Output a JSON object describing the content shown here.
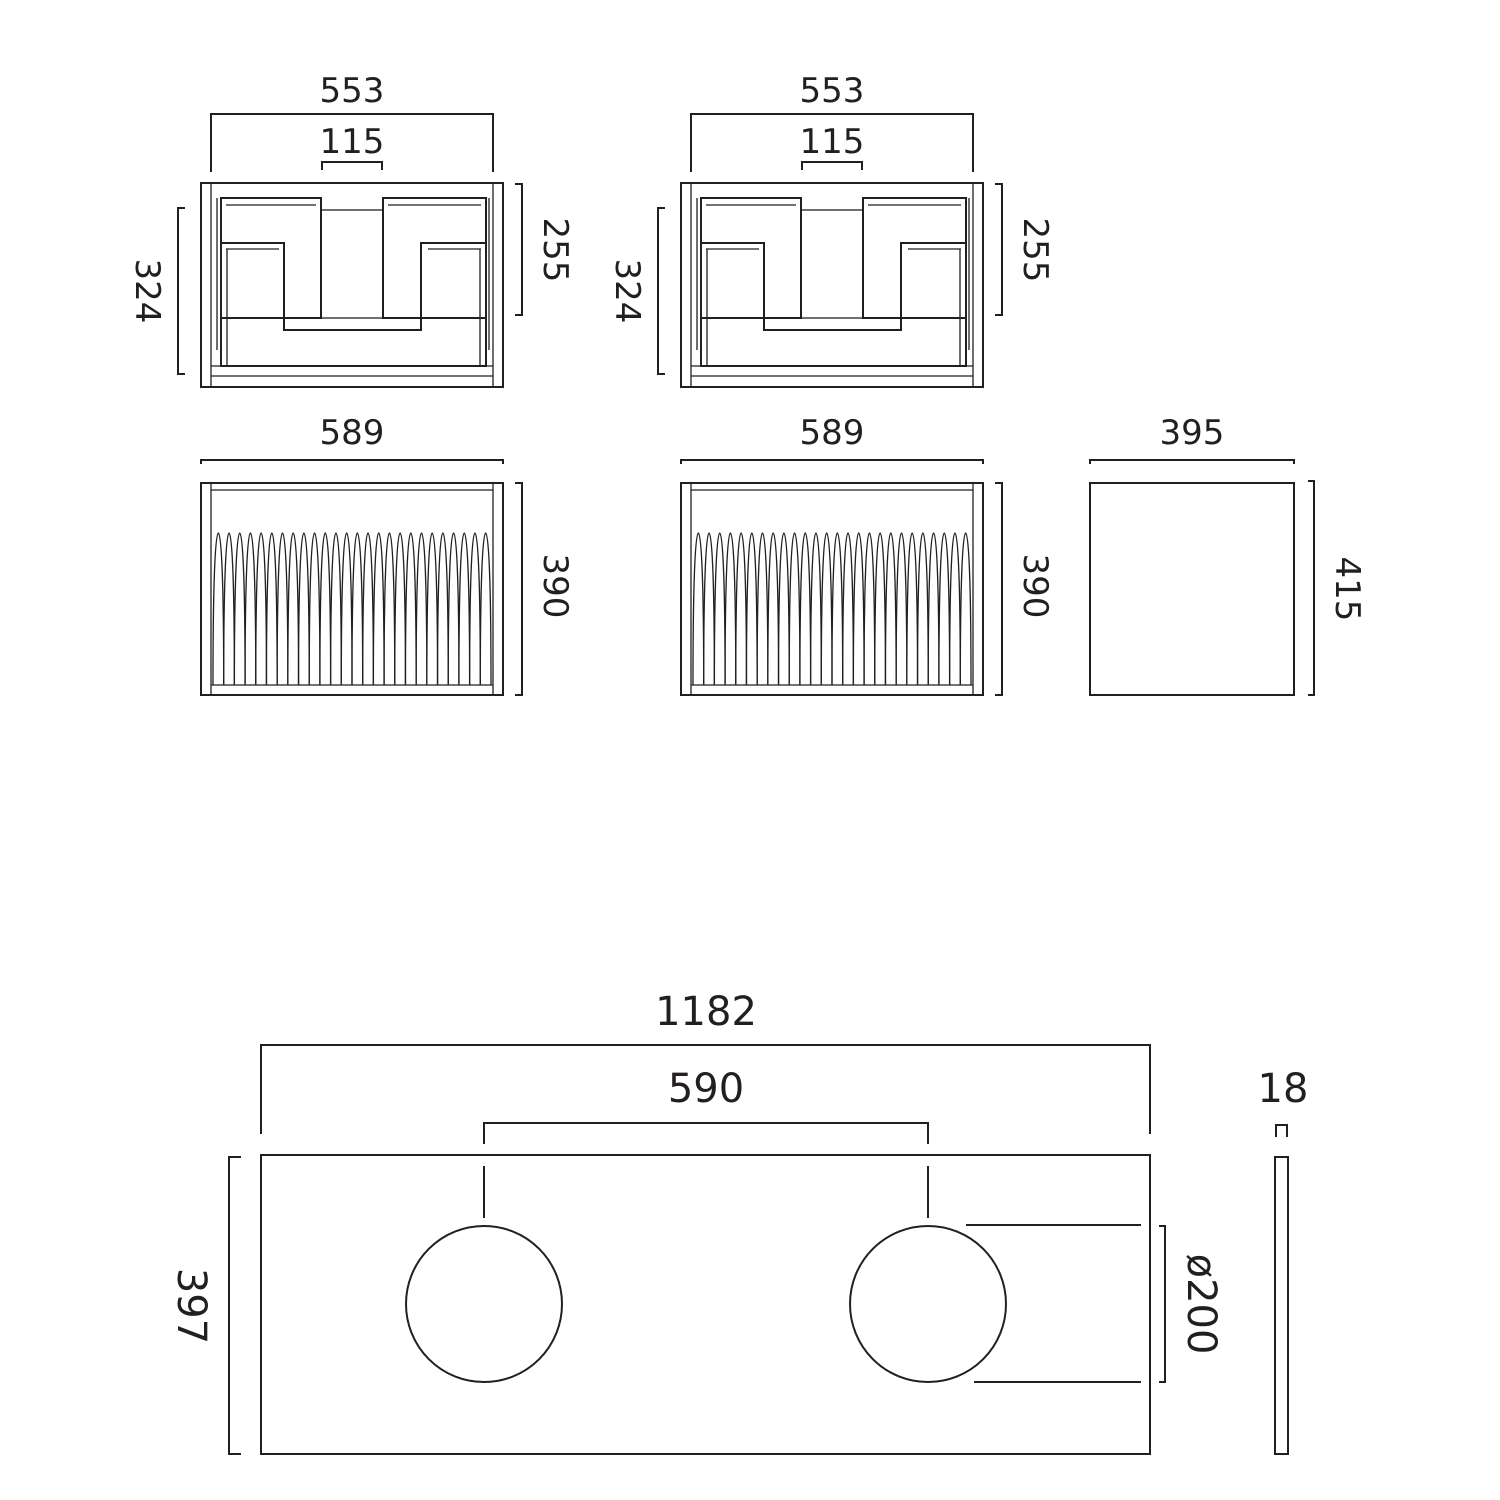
{
  "colors": {
    "line": "#231f20",
    "background": "#ffffff"
  },
  "cabinet_left": {
    "top_view": {
      "width": "553",
      "cutout_width": "115",
      "depth": "324",
      "inner_depth": "255"
    },
    "front_view": {
      "width": "589",
      "height": "390"
    }
  },
  "cabinet_right": {
    "top_view": {
      "width": "553",
      "cutout_width": "115",
      "depth": "324",
      "inner_depth": "255"
    },
    "front_view": {
      "width": "589",
      "height": "390"
    }
  },
  "side_panel": {
    "width": "395",
    "height": "415"
  },
  "countertop": {
    "length": "1182",
    "hole_spacing": "590",
    "depth": "397",
    "hole_diameter": "ø200",
    "thickness": "18"
  }
}
